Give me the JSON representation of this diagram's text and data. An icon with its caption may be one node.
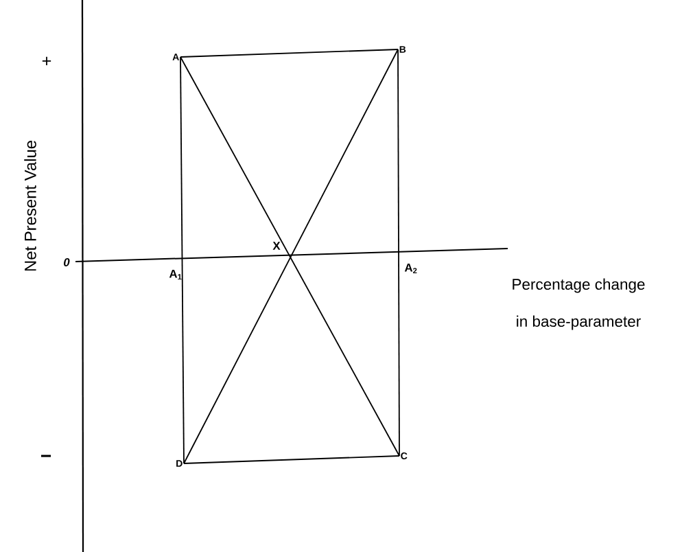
{
  "diagram": {
    "nodes": [
      {
        "text": [
          "A"
        ]
      },
      {
        "text": [
          "B"
        ]
      },
      {
        "text": [
          "D"
        ]
      },
      {
        "text": [
          "C"
        ]
      }
    ],
    "edges": [
      {
        "from": 0,
        "to": 1,
        "arrow": "none"
      },
      {
        "from": 0,
        "to": 2,
        "arrow": "none"
      },
      {
        "from": 1,
        "to": 3,
        "arrow": "none"
      },
      {
        "from": 2,
        "to": 3,
        "arrow": "none"
      },
      {
        "from": 0,
        "to": 3,
        "arrow": "none"
      },
      {
        "from": 1,
        "to": 2,
        "arrow": "none"
      }
    ],
    "labels": [
      "+",
      "X",
      "0",
      "A$_{1}$",
      "A$_{2}$",
      "Percentage change",
      "in base-parameter",
      "Net Present Value",
      "−"
    ]
  }
}
